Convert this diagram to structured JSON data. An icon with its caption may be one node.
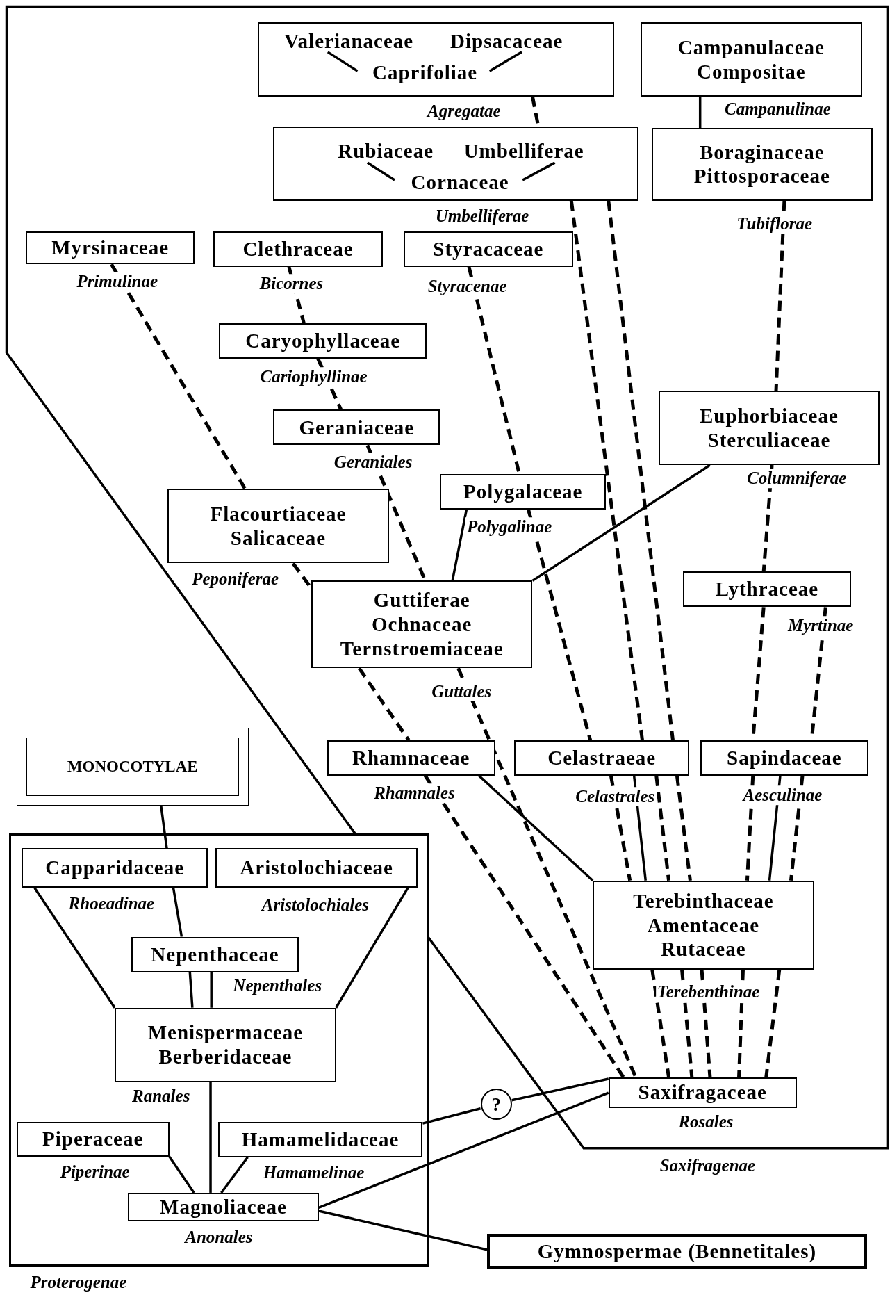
{
  "diagram": {
    "nodes": [
      {
        "text": [],
        "shape": "box",
        "beside": [
          "Agregatae"
        ]
      },
      {
        "text": [
          "Valerianaceae"
        ],
        "in": 0
      },
      {
        "text": [
          "Dipsacaceae"
        ],
        "in": 0
      },
      {
        "text": [
          "Caprifoliae"
        ],
        "in": 0
      },
      {
        "text": [
          "Campanulaceae Compositae"
        ],
        "beside": [
          "Campanulinae"
        ]
      },
      {
        "text": [],
        "shape": "box",
        "beside": [
          "Umbelliferae"
        ]
      },
      {
        "text": [
          "Rubiaceae"
        ],
        "in": 5
      },
      {
        "text": [
          "Umbelliferae"
        ],
        "in": 5
      },
      {
        "text": [
          "Cornaceae"
        ],
        "in": 5
      },
      {
        "text": [
          "Boraginaceae Pittosporaceae"
        ],
        "beside": [
          "Tubiflorae"
        ]
      },
      {
        "text": [
          "Myrsinaceae"
        ],
        "beside": [
          "Primulinae"
        ]
      },
      {
        "text": [
          "Clethraceae"
        ],
        "beside": [
          "Bicornes"
        ]
      },
      {
        "text": [
          "Styracaceae"
        ],
        "beside": [
          "Styracenae"
        ]
      },
      {
        "text": [
          "Caryophyllaceae"
        ],
        "beside": [
          "Cariophyllinae"
        ]
      },
      {
        "text": [
          "Geraniaceae"
        ],
        "beside": [
          "Geraniales"
        ]
      },
      {
        "text": [
          "Euphorbiaceae Sterculiaceae"
        ],
        "beside": [
          "Columniferae"
        ]
      },
      {
        "text": [
          "Polygalaceae"
        ],
        "beside": [
          "Polygalinae"
        ]
      },
      {
        "text": [
          "Flacourtiaceae Salicaceae"
        ],
        "beside": [
          "Peponiferae"
        ]
      },
      {
        "text": [
          "Guttiferae Ochnaceae Ternstroemiaceae"
        ],
        "beside": [
          "Guttales"
        ]
      },
      {
        "text": [
          "Lythraceae"
        ],
        "beside": [
          "Myrtinae"
        ]
      },
      {
        "text": [
          "Rhamnaceae"
        ],
        "beside": [
          "Rhamnales"
        ]
      },
      {
        "text": [
          "Celastraeae"
        ],
        "beside": [
          "Celastrales"
        ]
      },
      {
        "text": [
          "Sapindaceae"
        ],
        "beside": [
          "Aesculinae"
        ]
      },
      {
        "text": [
          "MONOCOTYLAE"
        ]
      },
      {
        "text": [
          "Proterogenae"
        ]
      },
      {
        "text": [
          "Capparidaceae"
        ],
        "in": 24,
        "beside": [
          "Rhoeadinae"
        ]
      },
      {
        "text": [
          "Aristolochiaceae"
        ],
        "in": 24,
        "beside": [
          "Aristolochiales"
        ]
      },
      {
        "text": [
          "Nepenthaceae"
        ],
        "in": 24,
        "beside": [
          "Nepenthales"
        ]
      },
      {
        "text": [
          "Terebinthaceae Amentaceae Rutaceae"
        ],
        "beside": [
          "Terebenthinae"
        ]
      },
      {
        "text": [
          "Menispermaceae Berberidaceae"
        ],
        "in": 24,
        "beside": [
          "Ranales"
        ]
      },
      {
        "text": [
          "Saxifragaceae"
        ],
        "beside": [
          "Rosales"
        ]
      },
      {
        "text": [
          "Piperaceae"
        ],
        "in": 24,
        "beside": [
          "Piperinae"
        ]
      },
      {
        "text": [
          "Hamamelidaceae"
        ],
        "in": 24,
        "beside": [
          "Hamamelinae"
        ]
      },
      {
        "text": [
          "?"
        ]
      },
      {
        "text": [
          "Magnoliaceae"
        ],
        "in": 24,
        "beside": [
          "Anonales"
        ]
      },
      {
        "text": [
          "Gymnospermae (Bennetitales)"
        ]
      }
    ],
    "edges": [
      {
        "from": 1,
        "to": 3,
        "arrow": "none"
      },
      {
        "from": 2,
        "to": 3,
        "arrow": "none"
      },
      {
        "from": 6,
        "to": 8,
        "arrow": "none"
      },
      {
        "from": 7,
        "to": 8,
        "arrow": "none"
      },
      {
        "from": 0,
        "to": 5,
        "arrow": "none",
        "style": "dashed"
      },
      {
        "from": 4,
        "to": 9,
        "arrow": "none"
      },
      {
        "from": 9,
        "to": 15,
        "arrow": "none",
        "style": "dashed"
      },
      {
        "from": 10,
        "to": 17,
        "arrow": "none",
        "style": "dashed"
      },
      {
        "from": 11,
        "to": 13,
        "arrow": "none",
        "style": "dashed"
      },
      {
        "from": 13,
        "to": 14,
        "arrow": "none",
        "style": "dashed"
      },
      {
        "from": 12,
        "to": 16,
        "arrow": "none",
        "style": "dashed"
      },
      {
        "from": 5,
        "to": 21,
        "arrow": "none",
        "style": "dashed"
      },
      {
        "from": 5,
        "to": 21,
        "arrow": "none",
        "style": "dashed"
      },
      {
        "from": 15,
        "to": 18,
        "arrow": "none"
      },
      {
        "from": 15,
        "to": 19,
        "arrow": "none",
        "style": "dashed"
      },
      {
        "from": 14,
        "to": 18,
        "arrow": "none",
        "style": "dashed"
      },
      {
        "from": 16,
        "to": 18,
        "arrow": "none"
      },
      {
        "from": 17,
        "to": 18,
        "arrow": "none",
        "style": "dashed"
      },
      {
        "from": 16,
        "to": 21,
        "arrow": "none",
        "style": "dashed"
      },
      {
        "from": 19,
        "to": 22,
        "arrow": "none",
        "style": "dashed"
      },
      {
        "from": 19,
        "to": 22,
        "arrow": "none",
        "style": "dashed"
      },
      {
        "from": 18,
        "to": 20,
        "arrow": "none",
        "style": "dashed"
      },
      {
        "from": 18,
        "to": 30,
        "arrow": "none",
        "style": "dashed"
      },
      {
        "from": 20,
        "to": 30,
        "arrow": "none",
        "style": "dashed"
      },
      {
        "from": 20,
        "to": 28,
        "arrow": "none"
      },
      {
        "from": 21,
        "to": 28,
        "arrow": "none",
        "style": "dashed"
      },
      {
        "from": 21,
        "to": 28,
        "arrow": "none"
      },
      {
        "from": 21,
        "to": 28,
        "arrow": "none",
        "style": "dashed"
      },
      {
        "from": 21,
        "to": 28,
        "arrow": "none",
        "style": "dashed"
      },
      {
        "from": 22,
        "to": 28,
        "arrow": "none",
        "style": "dashed"
      },
      {
        "from": 22,
        "to": 28,
        "arrow": "none"
      },
      {
        "from": 22,
        "to": 28,
        "arrow": "none",
        "style": "dashed"
      },
      {
        "from": 28,
        "to": 30,
        "arrow": "none",
        "style": "dashed"
      },
      {
        "from": 28,
        "to": 30,
        "arrow": "none",
        "style": "dashed"
      },
      {
        "from": 28,
        "to": 30,
        "arrow": "none",
        "style": "dashed"
      },
      {
        "from": 28,
        "to": 30,
        "arrow": "none",
        "style": "dashed"
      },
      {
        "from": 28,
        "to": 30,
        "arrow": "none",
        "style": "dashed"
      },
      {
        "from": 23,
        "to": 25,
        "arrow": "none"
      },
      {
        "from": 25,
        "to": 29,
        "arrow": "none"
      },
      {
        "from": 25,
        "to": 27,
        "arrow": "none"
      },
      {
        "from": 26,
        "to": 29,
        "arrow": "none"
      },
      {
        "from": 27,
        "to": 29,
        "arrow": "none"
      },
      {
        "from": 27,
        "to": 29,
        "arrow": "none"
      },
      {
        "from": 29,
        "to": 34,
        "arrow": "none"
      },
      {
        "from": 31,
        "to": 34,
        "arrow": "none"
      },
      {
        "from": 32,
        "to": 34,
        "arrow": "none"
      },
      {
        "from": 32,
        "to": 33,
        "arrow": "none"
      },
      {
        "from": 33,
        "to": 30,
        "arrow": "none"
      },
      {
        "from": 34,
        "to": 30,
        "arrow": "none"
      },
      {
        "from": 34,
        "to": 35,
        "arrow": "none"
      }
    ],
    "labels": [
      "Saxifragenae"
    ]
  }
}
